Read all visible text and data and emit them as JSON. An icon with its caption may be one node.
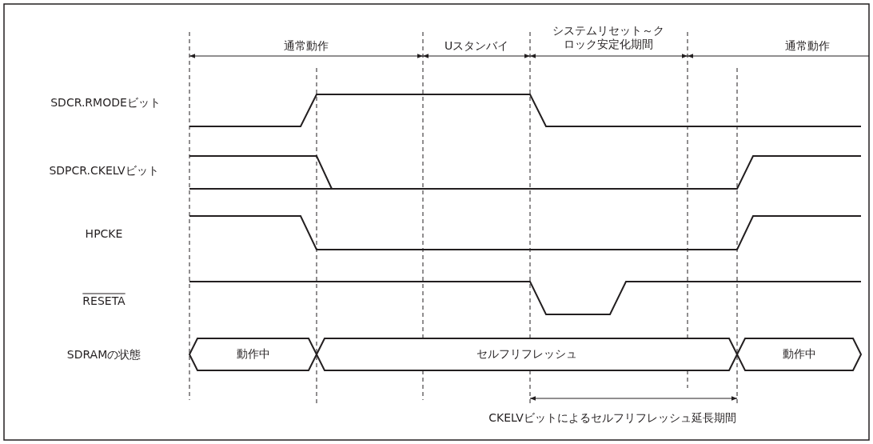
{
  "diagram": {
    "nodes": [
      {
        "text": [
          "動作中"
        ]
      },
      {
        "text": [
          "セルフリフレッシュ"
        ]
      },
      {
        "text": [
          "動作中"
        ]
      }
    ],
    "labels": [
      "通常動作",
      "Uスタンバイ",
      "システムリセット～クロック安定化期間",
      "通常動作",
      "SDCR.RMODEビット",
      "SDPCR.CKELVビット",
      "HPCKE",
      "RESETA",
      "SDRAMの状態",
      "CKELVビットによるセルフリフレッシュ延長期間"
    ]
  }
}
